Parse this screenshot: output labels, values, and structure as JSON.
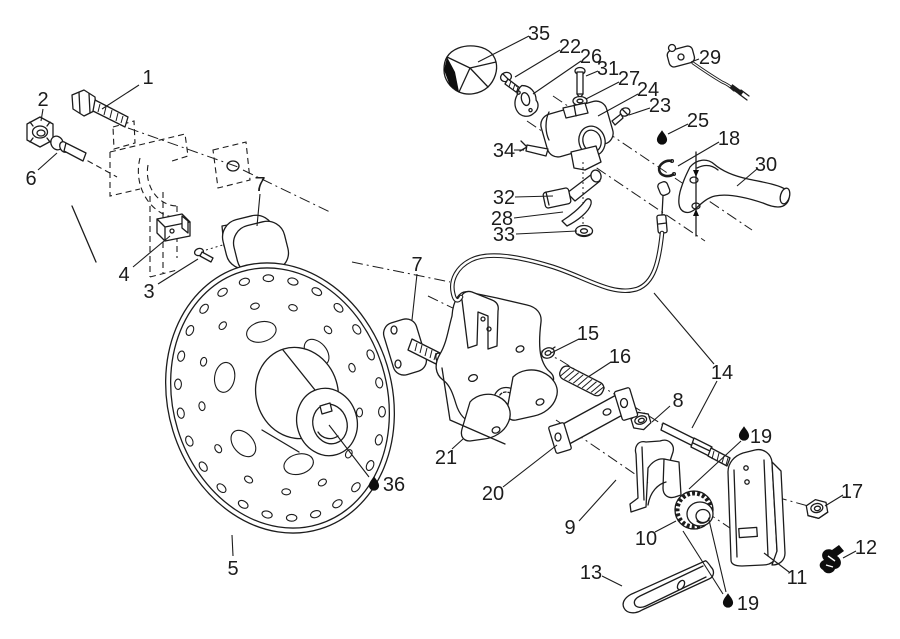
{
  "document": {
    "figure_type": "exploded-parts-diagram",
    "background_color": "#ffffff",
    "line_color": "#1c1c1c",
    "lubricant_drop_color": "#0d0d0d"
  },
  "callouts": [
    {
      "label": "1"
    },
    {
      "label": "2"
    },
    {
      "label": "6"
    },
    {
      "label": "7"
    },
    {
      "label": "4"
    },
    {
      "label": "3"
    },
    {
      "label": "5"
    },
    {
      "label": "36"
    },
    {
      "label": "7"
    },
    {
      "label": "35"
    },
    {
      "label": "22"
    },
    {
      "label": "26"
    },
    {
      "label": "31"
    },
    {
      "label": "27"
    },
    {
      "label": "24"
    },
    {
      "label": "23"
    },
    {
      "label": "29"
    },
    {
      "label": "25"
    },
    {
      "label": "18"
    },
    {
      "label": "30"
    },
    {
      "label": "34"
    },
    {
      "label": "32"
    },
    {
      "label": "28"
    },
    {
      "label": "33"
    },
    {
      "label": "15"
    },
    {
      "label": "16"
    },
    {
      "label": "14"
    },
    {
      "label": "8"
    },
    {
      "label": "19"
    },
    {
      "label": "21"
    },
    {
      "label": "20"
    },
    {
      "label": "9"
    },
    {
      "label": "10"
    },
    {
      "label": "17"
    },
    {
      "label": "12"
    },
    {
      "label": "11"
    },
    {
      "label": "13"
    },
    {
      "label": "19"
    }
  ]
}
